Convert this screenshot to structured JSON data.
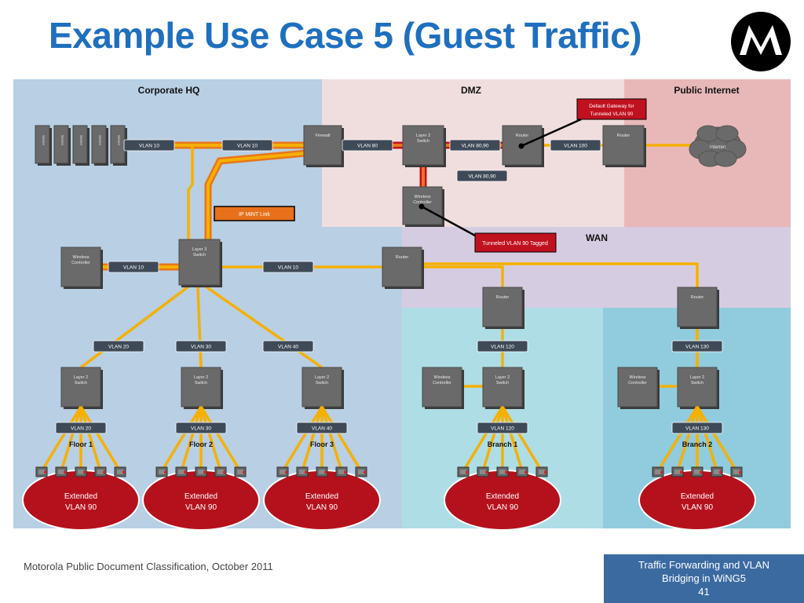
{
  "title": "Example Use Case 5 (Guest Traffic)",
  "colors": {
    "title": "#1f6fbf",
    "corporate_bg": "#b8cfe4",
    "dmz_bg": "#f0dede",
    "internet_bg": "#e8b8b8",
    "wan_bg": "#d6cce2",
    "branch1_bg": "#aedde5",
    "branch2_bg": "#90ccdd",
    "link_orange": "#f5b000",
    "tunnel_red": "#c0111f",
    "device_gray": "#6a6a6a",
    "vlan_tag_bg": "#3f4a58",
    "extended_vlan": "#b5111d",
    "footer_box": "#3b6aa1"
  },
  "zones": {
    "corporate": "Corporate HQ",
    "dmz": "DMZ",
    "internet": "Public Internet",
    "wan": "WAN"
  },
  "devices": {
    "server": "Server",
    "firewall": "Firewall",
    "dmz_switch": "Layer 2 Switch",
    "dmz_router_gw": "Router",
    "internet_router": "Router",
    "internet_cloud": "Internet",
    "dmz_wireless_controller": "Wireless Controller",
    "core_wireless_controller": "Wireless Controller",
    "core_switch": "Layer 3 Switch",
    "wan_router": "Router",
    "branch1_router": "Router",
    "branch2_router": "Router",
    "floor1_switch": "Layer 2 Switch",
    "floor2_switch": "Layer 2 Switch",
    "floor3_switch": "Layer 2 Switch",
    "branch1_switch": "Layer 2 Switch",
    "branch2_switch": "Layer 2 Switch",
    "branch1_wireless_controller": "Wireless Controller",
    "branch2_wireless_controller": "Wireless Controller"
  },
  "vlan_tags": {
    "servers": "VLAN 10",
    "fw_in": "VLAN 10",
    "fw_out": "VLAN  80",
    "switch_router": "VLAN 80,90",
    "router_internet": "VLAN  100",
    "dmz_wc": "VLAN 80,90",
    "core_wc": "VLAN 10",
    "core_wan": "VLAN 10",
    "floor1_up": "VLAN 20",
    "floor2_up": "VLAN 30",
    "floor3_up": "VLAN 40",
    "branch1_up": "VLAN 120",
    "branch2_up": "VLAN 130",
    "floor1_down": "VLAN 20",
    "floor2_down": "VLAN 30",
    "floor3_down": "VLAN 40",
    "branch1_down": "VLAN 120",
    "branch2_down": "VLAN 130"
  },
  "callouts": {
    "default_gateway": [
      "Default Gateway for",
      "Tunneled VLAN 90"
    ],
    "ip_mint": "IP MiNT Link",
    "tunneled": "Tunneled VLAN 90 Tagged"
  },
  "sites": {
    "floor1": "Floor 1",
    "floor2": "Floor 2",
    "floor3": "Floor 3",
    "branch1": "Branch 1",
    "branch2": "Branch 2"
  },
  "extended_vlan": [
    "Extended",
    "VLAN 90"
  ],
  "footer": {
    "classification": "Motorola Public Document Classification, October 2011",
    "topic_line1": "Traffic Forwarding and VLAN",
    "topic_line2": "Bridging in WiNG5",
    "page": "41"
  }
}
